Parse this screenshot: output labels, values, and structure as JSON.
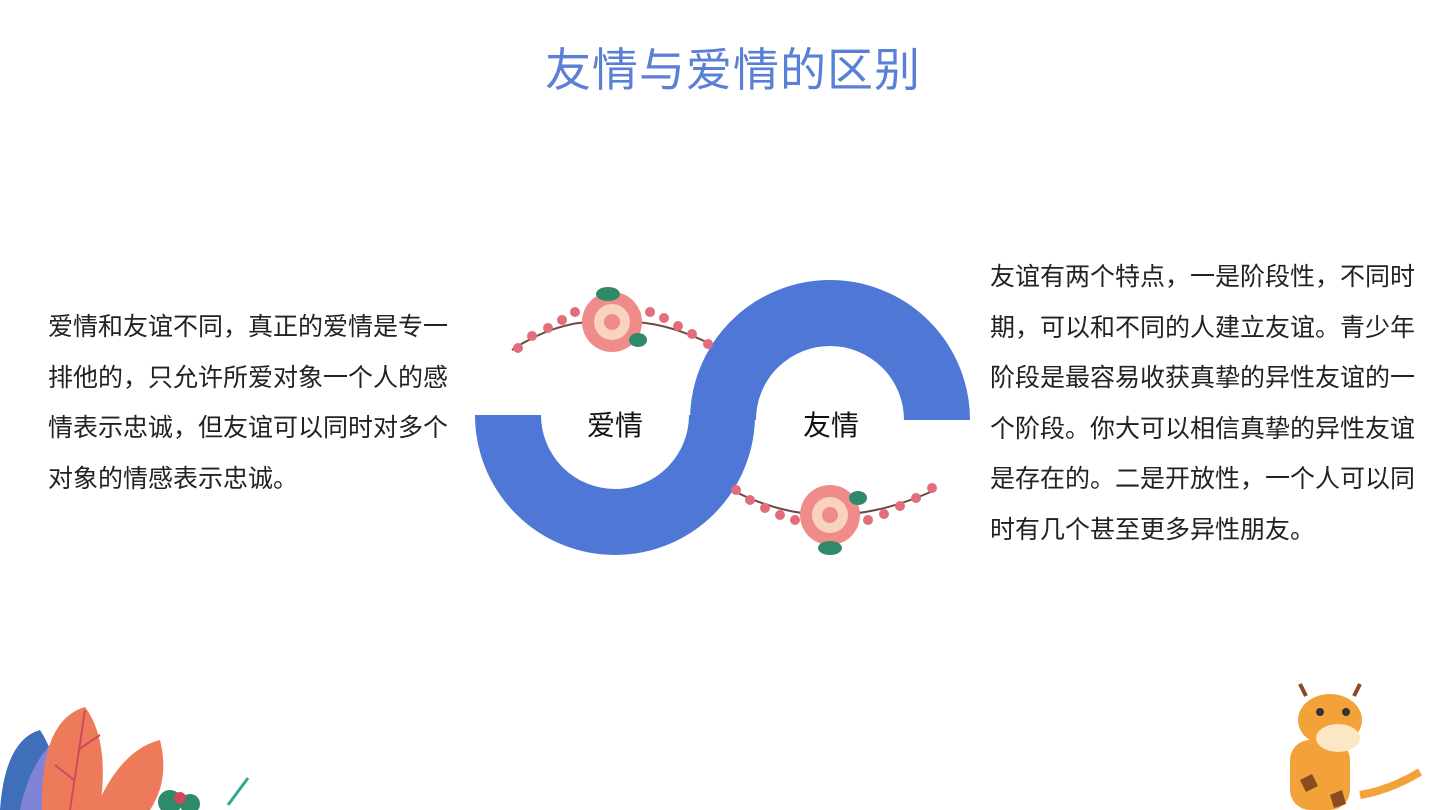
{
  "title": "友情与爱情的区别",
  "diagram": {
    "left_label": "爱情",
    "right_label": "友情",
    "accent_color": "#4f77d6"
  },
  "left_text": "爱情和友谊不同，真正的爱情是专一排他的，只允许所爱对象一个人的感情表示忠诚，但友谊可以同时对多个对象的情感表示忠诚。",
  "right_text": "友谊有两个特点，一是阶段性，不同时期，可以和不同的人建立友谊。青少年阶段是最容易收获真挚的异性友谊的一个阶段。你大可以相信真挚的异性友谊是存在的。二是开放性，一个人可以同时有几个甚至更多异性朋友。"
}
